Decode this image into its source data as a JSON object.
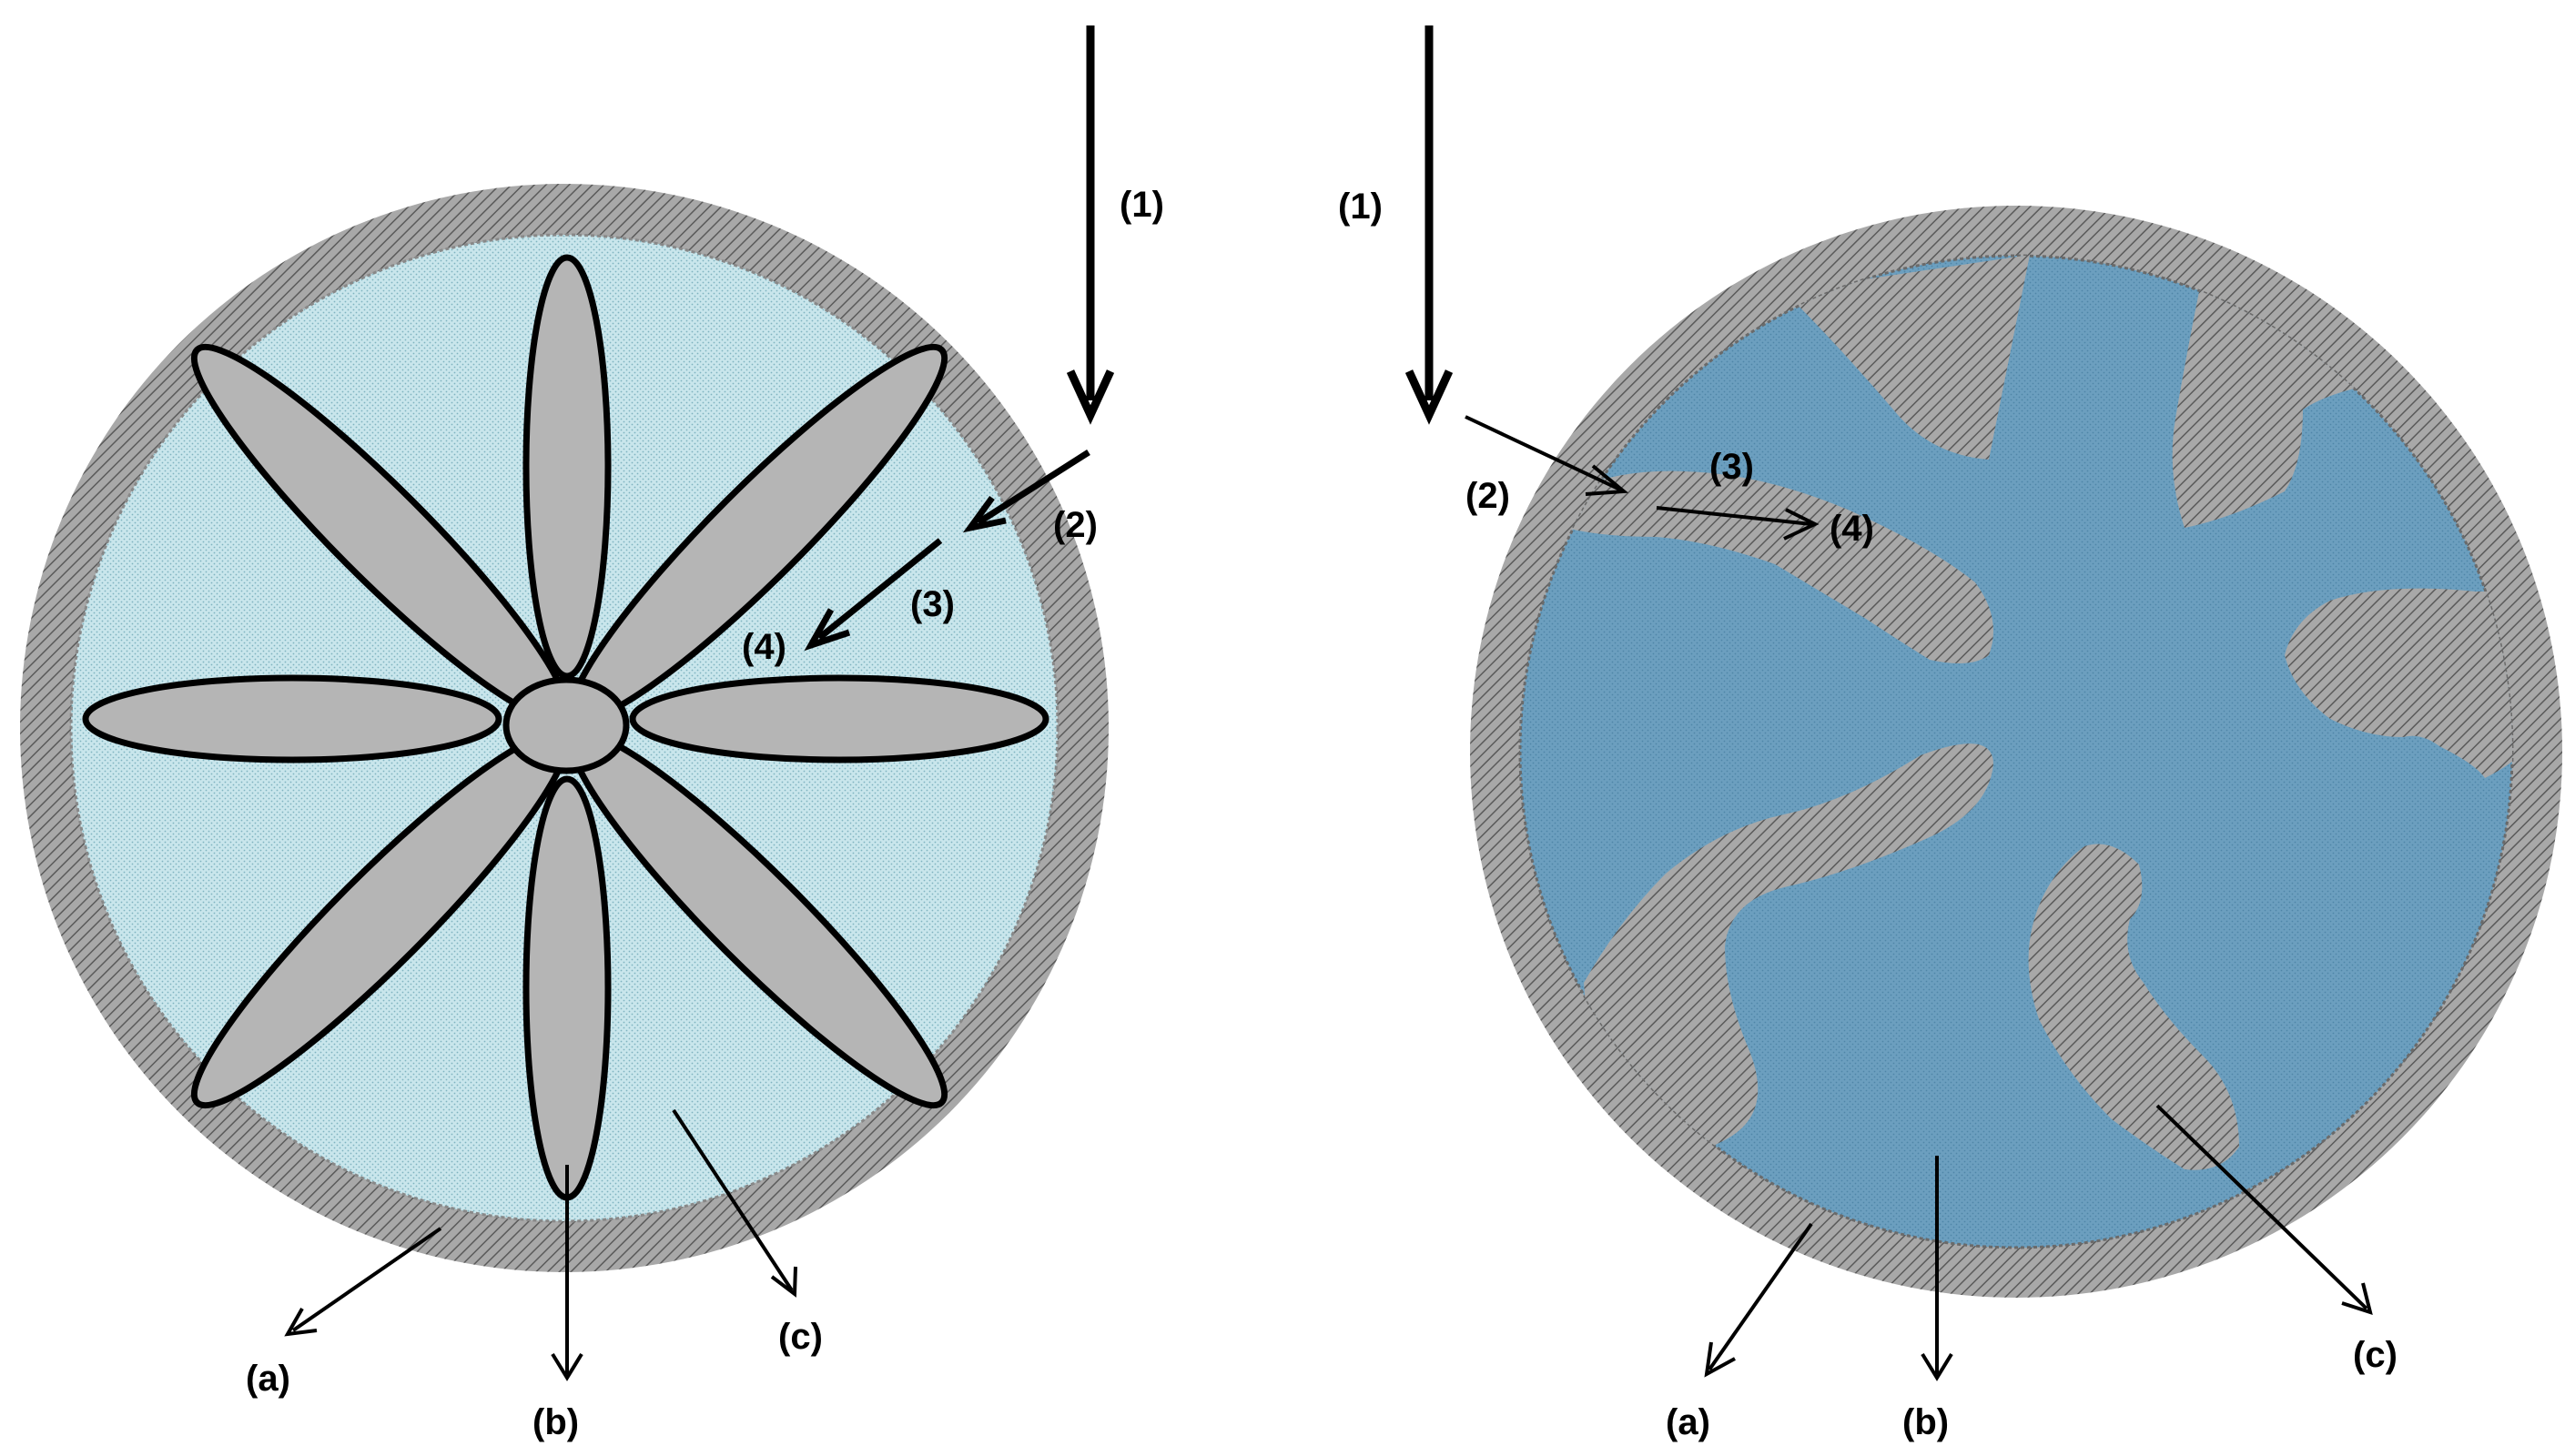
{
  "colors": {
    "shell": "#a8a8a8",
    "shell_hatch": "#5a5a5a",
    "light_fill": "#c9e6ec",
    "dark_fill": "#6c9fbf",
    "petal": "#b5b5b5",
    "stroke": "#000000"
  },
  "left_diagram": {
    "labels": {
      "step1": "(1)",
      "step2": "(2)",
      "step3": "(3)",
      "step4": "(4)",
      "part_a": "(a)",
      "part_b": "(b)",
      "part_c": "(c)"
    }
  },
  "right_diagram": {
    "labels": {
      "step1": "(1)",
      "step2": "(2)",
      "step3": "(3)",
      "step4": "(4)",
      "part_a": "(a)",
      "part_b": "(b)",
      "part_c": "(c)"
    }
  }
}
